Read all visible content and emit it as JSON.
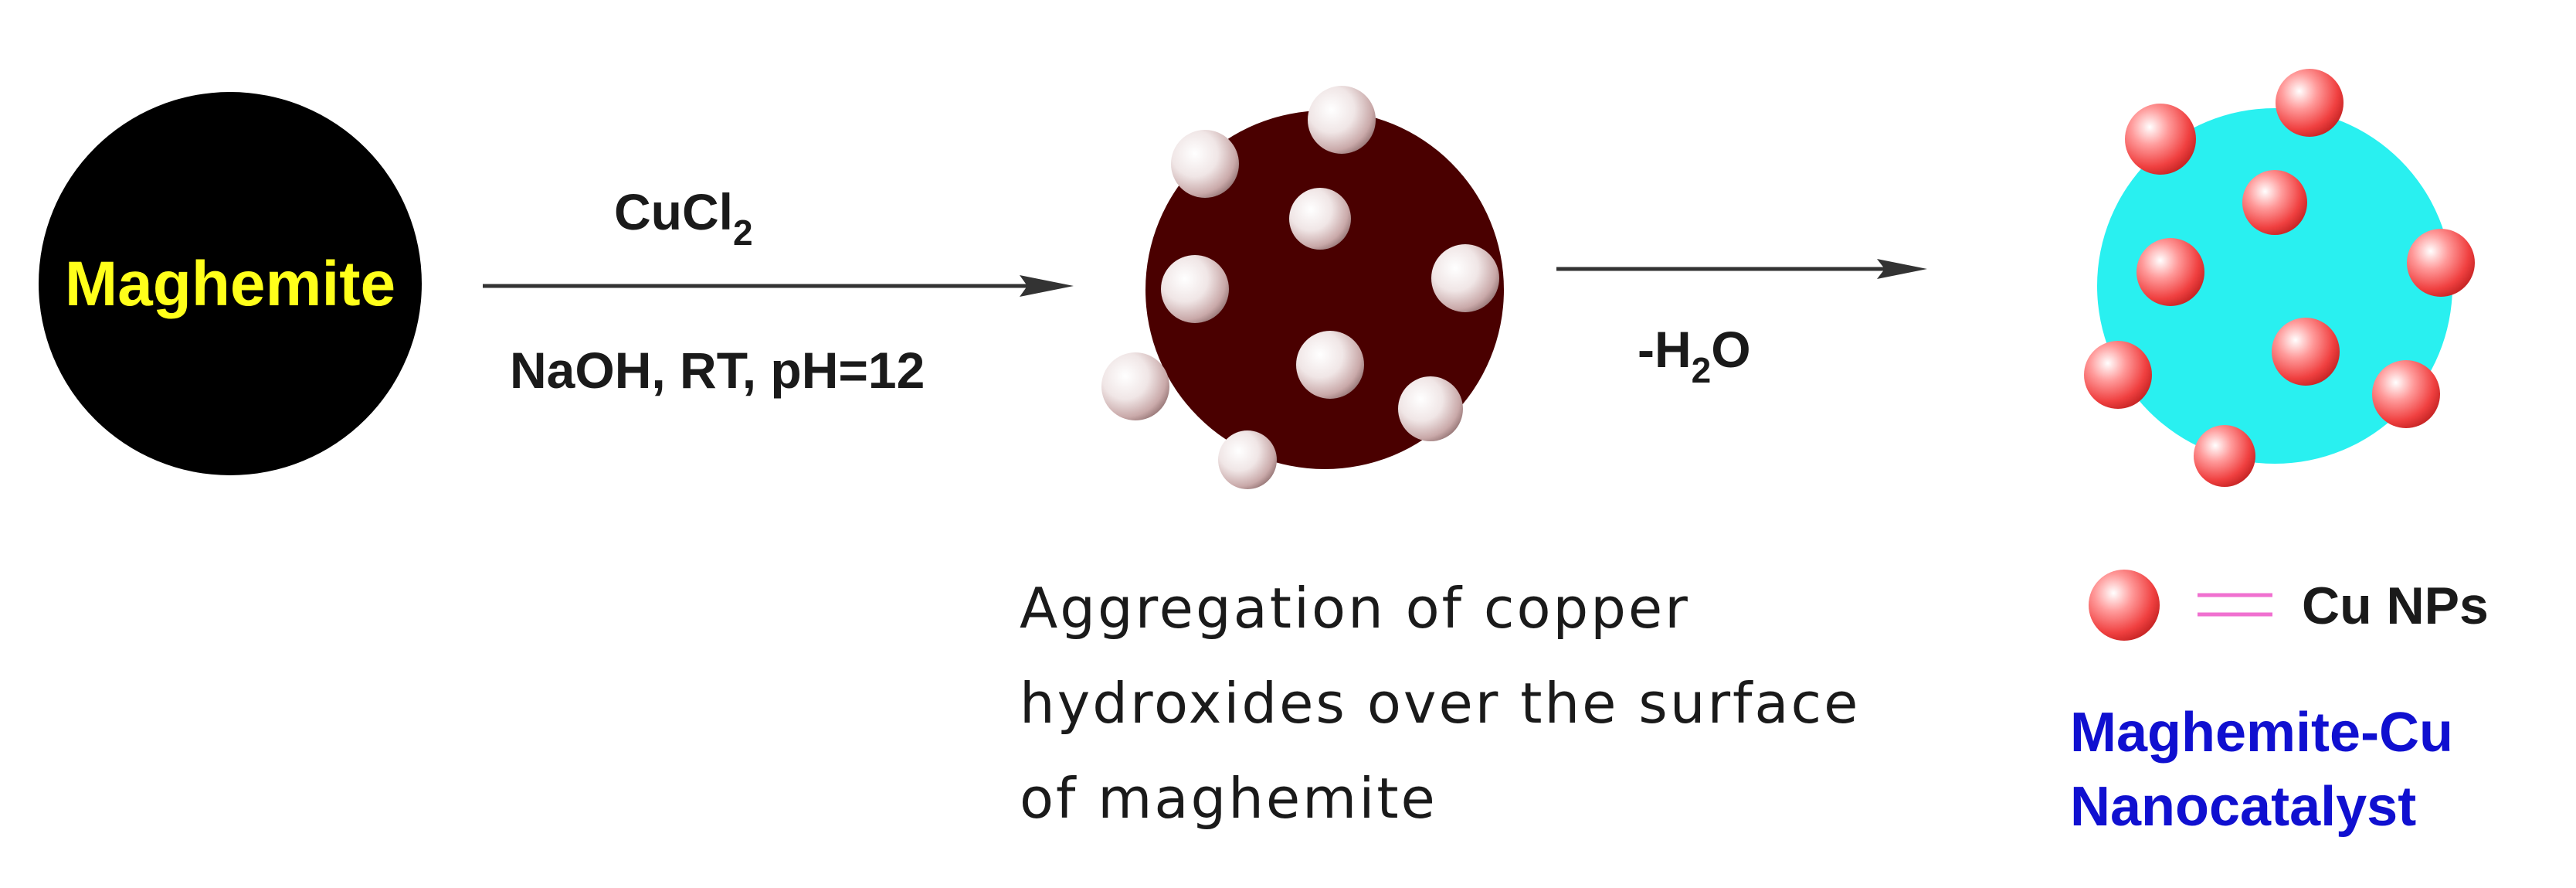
{
  "maghemite": {
    "label": "Maghemite"
  },
  "step1": {
    "reagent_main": "CuCl",
    "reagent_sub": "2",
    "conditions": "NaOH, RT, pH=12"
  },
  "intermediate": {
    "caption_lines": [
      "Aggregation of copper",
      "hydroxides over the surface",
      "of maghemite"
    ]
  },
  "step2": {
    "prefix": "-H",
    "sub": "2",
    "suffix": "O"
  },
  "legend": {
    "label": "Cu NPs"
  },
  "product": {
    "name_lines": [
      "Maghemite-Cu",
      "Nanocatalyst"
    ]
  },
  "colors": {
    "maghemite_core": "#000000",
    "maghemite_text": "#ffff1a",
    "hydroxide_core": "#4a0000",
    "catalyst_core": "#29f0f0",
    "cu_np": "#f04040",
    "arrow": "#333333",
    "product_text": "#1010d0",
    "legend_equals": "#f070d0"
  }
}
